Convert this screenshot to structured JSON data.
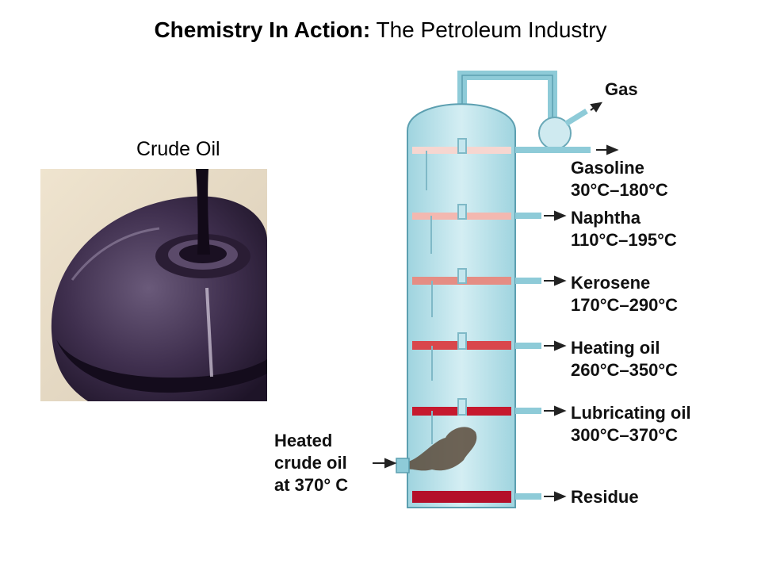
{
  "title": {
    "bold_part": "Chemistry In Action:",
    "rest": " The Petroleum Industry"
  },
  "photo_label": "Crude Oil",
  "feed": {
    "lines": [
      "Heated",
      "crude oil",
      "at 370° C"
    ]
  },
  "fractions": [
    {
      "name": "Gas",
      "temp": ""
    },
    {
      "name": "Gasoline",
      "temp": "30°C–180°C"
    },
    {
      "name": "Naphtha",
      "temp": "110°C–195°C"
    },
    {
      "name": "Kerosene",
      "temp": "170°C–290°C"
    },
    {
      "name": "Heating oil",
      "temp": "260°C–350°C"
    },
    {
      "name": "Lubricating oil",
      "temp": "300°C–370°C"
    },
    {
      "name": "Residue",
      "temp": ""
    }
  ],
  "colors": {
    "column_fill": "#a9dbe6",
    "tray_gasoline": "#f6d6d0",
    "tray_naphtha": "#f3b8b0",
    "tray_kerosene": "#e58d84",
    "tray_heating": "#d9474c",
    "tray_lubricating": "#c6192e",
    "tray_residue": "#b4102a",
    "oil": "#3a2840"
  }
}
